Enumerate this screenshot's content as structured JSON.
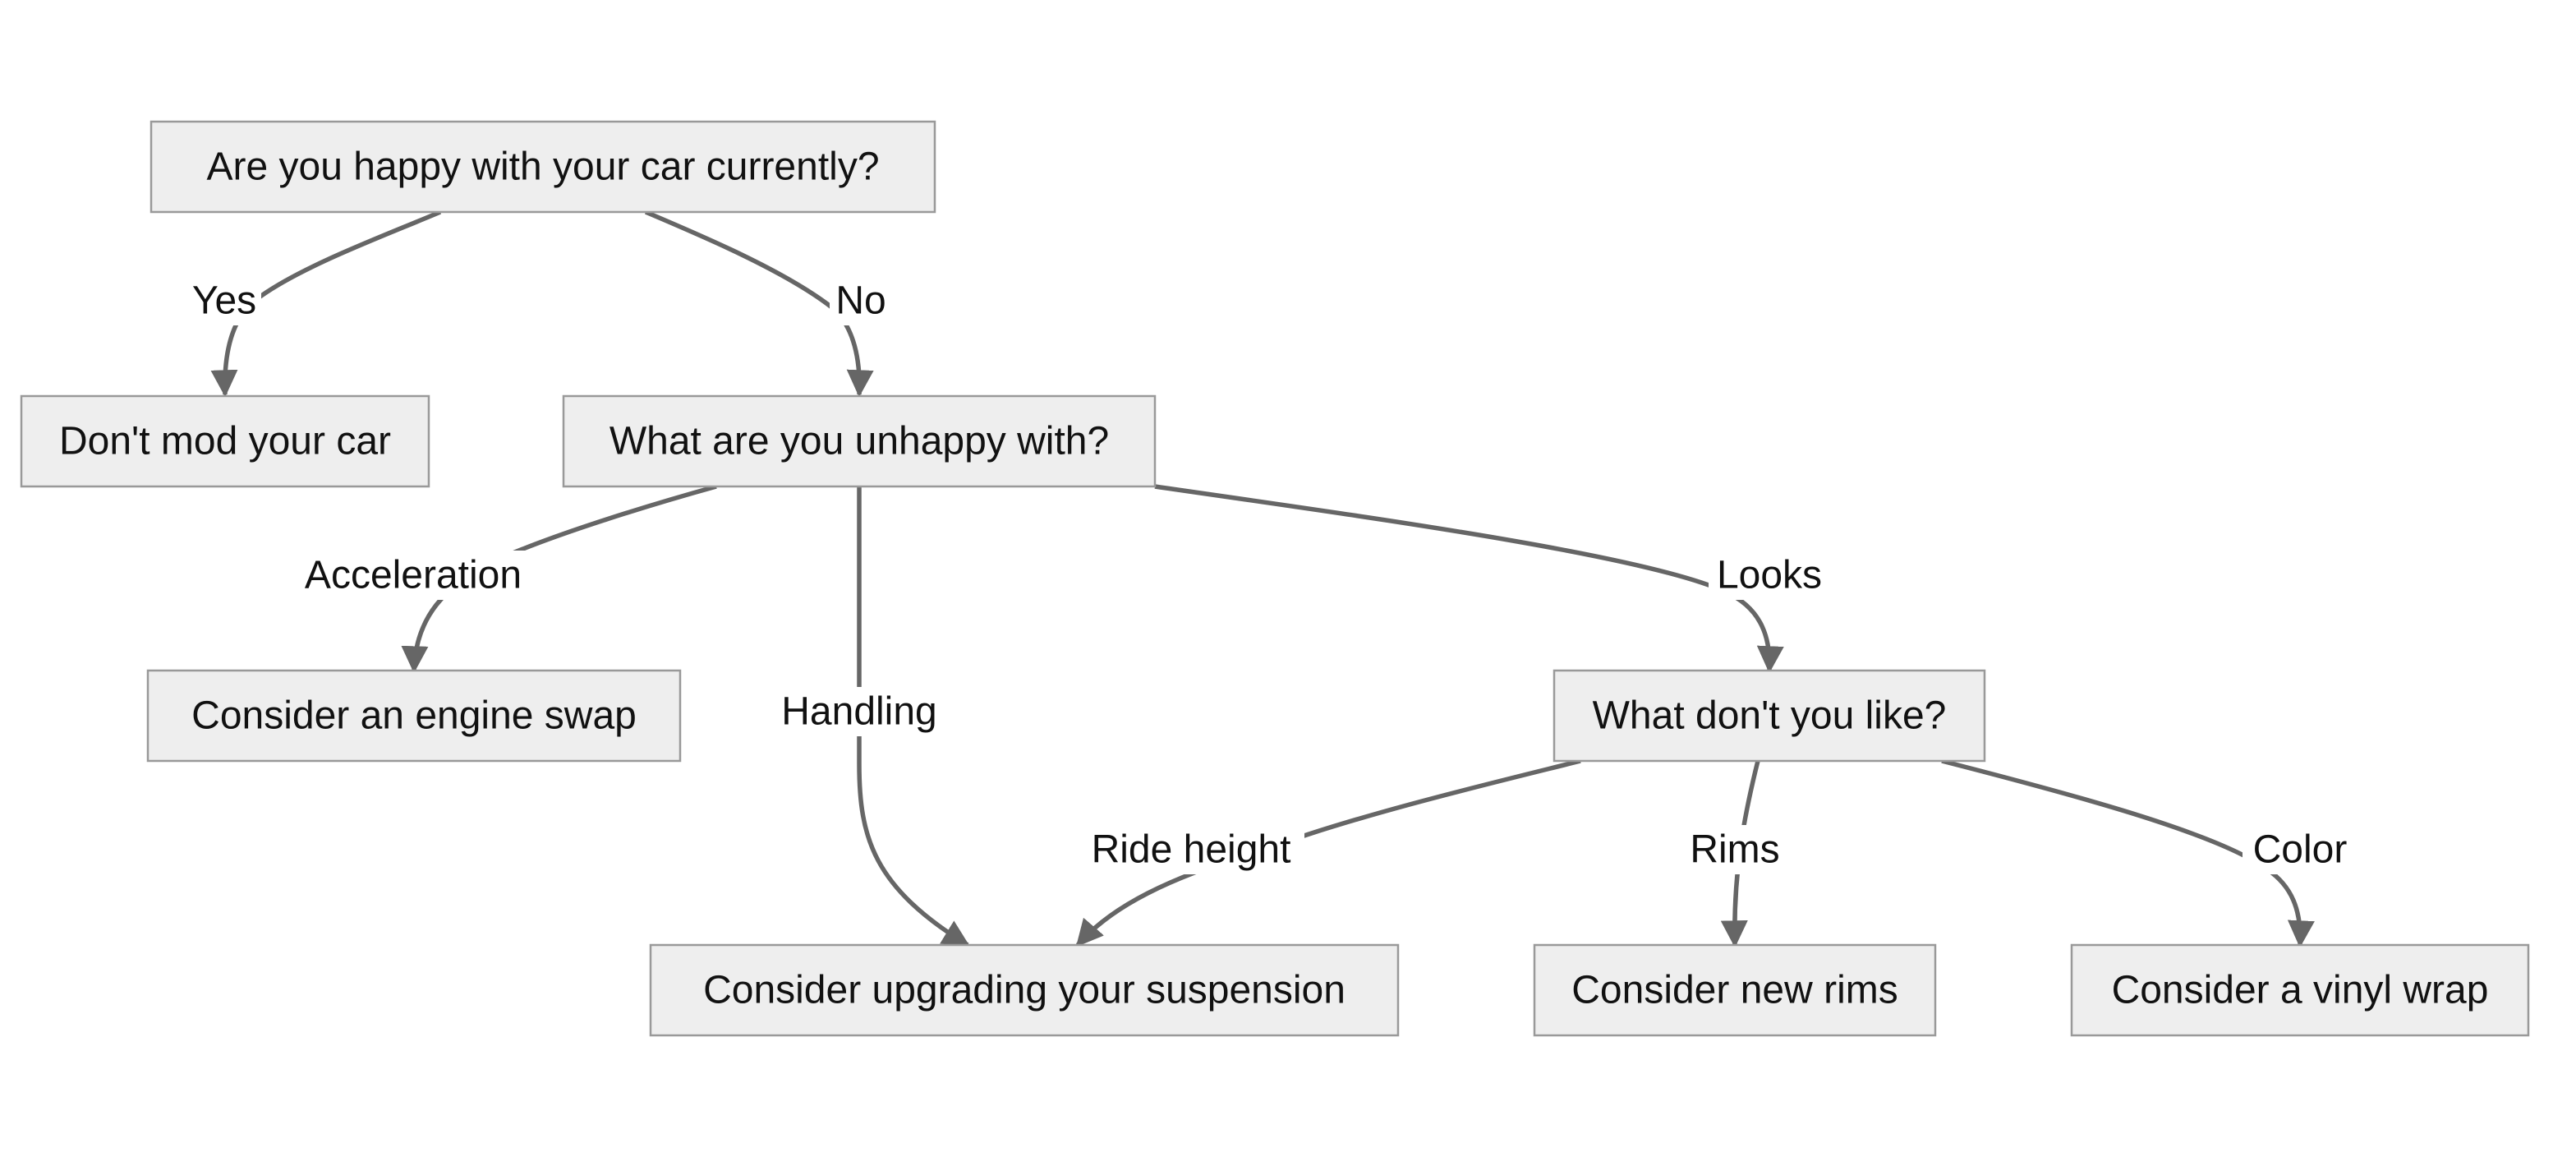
{
  "diagram": {
    "nodes": [
      {
        "id": "q1",
        "label": "Are you happy with your car currently?"
      },
      {
        "id": "dont",
        "label": "Don't mod your car"
      },
      {
        "id": "q2",
        "label": "What are you unhappy with?"
      },
      {
        "id": "engine",
        "label": "Consider an engine swap"
      },
      {
        "id": "q3",
        "label": "What don't you like?"
      },
      {
        "id": "susp",
        "label": "Consider upgrading your suspension"
      },
      {
        "id": "rims",
        "label": "Consider new rims"
      },
      {
        "id": "wrap",
        "label": "Consider a vinyl wrap"
      }
    ],
    "edges": [
      {
        "id": "e1",
        "from": "q1",
        "to": "dont",
        "label": "Yes"
      },
      {
        "id": "e2",
        "from": "q1",
        "to": "q2",
        "label": "No"
      },
      {
        "id": "e3",
        "from": "q2",
        "to": "engine",
        "label": "Acceleration"
      },
      {
        "id": "e4",
        "from": "q2",
        "to": "susp",
        "label": "Handling"
      },
      {
        "id": "e5",
        "from": "q2",
        "to": "q3",
        "label": "Looks"
      },
      {
        "id": "e6",
        "from": "q3",
        "to": "susp",
        "label": "Ride height"
      },
      {
        "id": "e7",
        "from": "q3",
        "to": "rims",
        "label": "Rims"
      },
      {
        "id": "e8",
        "from": "q3",
        "to": "wrap",
        "label": "Color"
      }
    ]
  },
  "colors": {
    "node_fill": "#eeeeee",
    "node_stroke": "#999999",
    "edge": "#666666",
    "text": "#111111"
  }
}
